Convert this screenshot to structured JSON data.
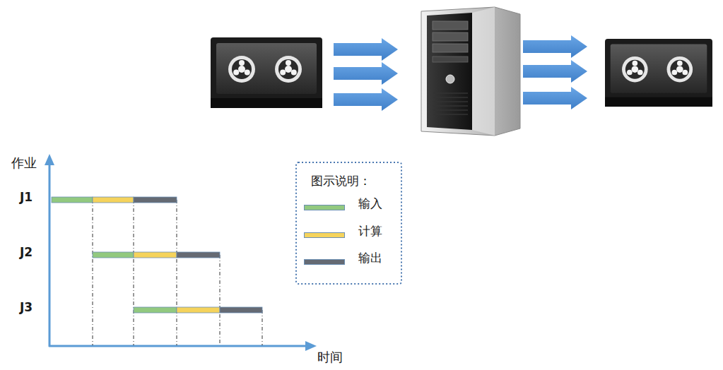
{
  "diagram": {
    "labels": [
      "作业",
      "J1",
      "J2",
      "J3",
      "时间",
      "图示说明："
    ],
    "legend": [
      {
        "text": "输入",
        "color": "#92c97f"
      },
      {
        "text": "计算",
        "color": "#f5d35c"
      },
      {
        "text": "输出",
        "color": "#656a73"
      }
    ]
  }
}
